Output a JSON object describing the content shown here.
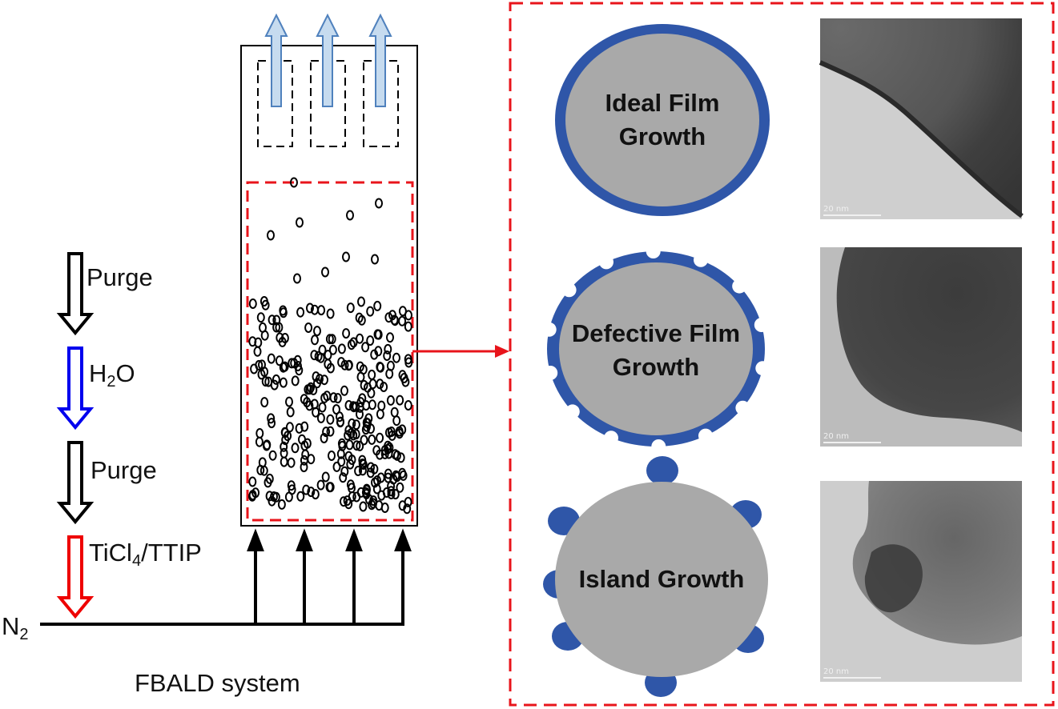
{
  "process_steps": [
    {
      "text": "Purge",
      "arrow_color": "#000000"
    },
    {
      "text": "H",
      "sub": "2",
      "suffix": "O",
      "arrow_color": "#0000ee"
    },
    {
      "text": "Purge",
      "arrow_color": "#000000"
    },
    {
      "text": "TiCl",
      "sub": "4",
      "suffix": "/TTIP",
      "arrow_color": "#ee0000"
    }
  ],
  "gas": {
    "text": "N",
    "sub": "2"
  },
  "system_label": "FBALD system",
  "growth_modes": [
    {
      "line1": "Ideal Film",
      "line2": "Growth",
      "shell": "continuous"
    },
    {
      "line1": "Defective Film",
      "line2": "Growth",
      "shell": "defective"
    },
    {
      "line1": "Island Growth",
      "line2": "",
      "shell": "islands"
    }
  ],
  "scale_bar_label": "20 nm",
  "colors": {
    "particle_core": "#a9a9a9",
    "coating": "#2f56a8",
    "highlight_box": "#e8141b",
    "exhaust_arrow_fill": "#c6dbef",
    "exhaust_arrow_stroke": "#4f81bd"
  }
}
